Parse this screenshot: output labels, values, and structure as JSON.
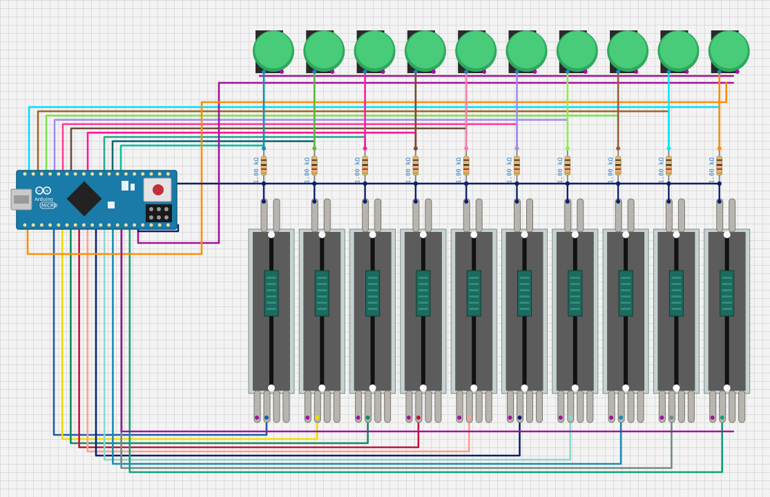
{
  "board": {
    "name": "Arduino",
    "model": "MICRO"
  },
  "channel_count": 10,
  "resistor_label": "1.00 kΩ",
  "colors": {
    "board": "#1a7aa8",
    "button_cap": "#48cc7a",
    "bus": "#0c1f6e",
    "top_bus": "#a0139b",
    "bottom_bus": "#a0139b",
    "resistor_body": "#d8b57a",
    "slider_frame": "#c7d3d1",
    "slider_track": "#5c5c5c",
    "slider_knob": "#1d6b5e"
  },
  "channels": [
    {
      "id": 1,
      "button_wire": "#1a8ab0",
      "board_wire": "#00e0ff",
      "slider_wire": "#1e5aa8"
    },
    {
      "id": 2,
      "button_wire": "#5fb346",
      "board_wire": "#a0642a",
      "slider_wire": "#f0dc00"
    },
    {
      "id": 3,
      "button_wire": "#ff1aa8",
      "board_wire": "#78e64a",
      "slider_wire": "#0f8a60"
    },
    {
      "id": 4,
      "button_wire": "#7a4a30",
      "board_wire": "#a08cf0",
      "slider_wire": "#c3133a"
    },
    {
      "id": 5,
      "button_wire": "#ff78a8",
      "board_wire": "#ff3c8c",
      "slider_wire": "#ff9e8a"
    },
    {
      "id": 6,
      "button_wire": "#9c8cf0",
      "board_wire": "#6a4a3a",
      "slider_wire": "#0c1f6e"
    },
    {
      "id": 7,
      "button_wire": "#8cf046",
      "board_wire": "#ff1493",
      "slider_wire": "#8ad8d0"
    },
    {
      "id": 8,
      "button_wire": "#9a5a3a",
      "board_wire": "#2aa890",
      "slider_wire": "#1a8ab0"
    },
    {
      "id": 9,
      "button_wire": "#00e8ff",
      "board_wire": "#0f6a70",
      "slider_wire": "#708a80"
    },
    {
      "id": 10,
      "button_wire": "#ff8c00",
      "board_wire": "#00c0a0",
      "slider_wire": "#0fa07a"
    }
  ]
}
